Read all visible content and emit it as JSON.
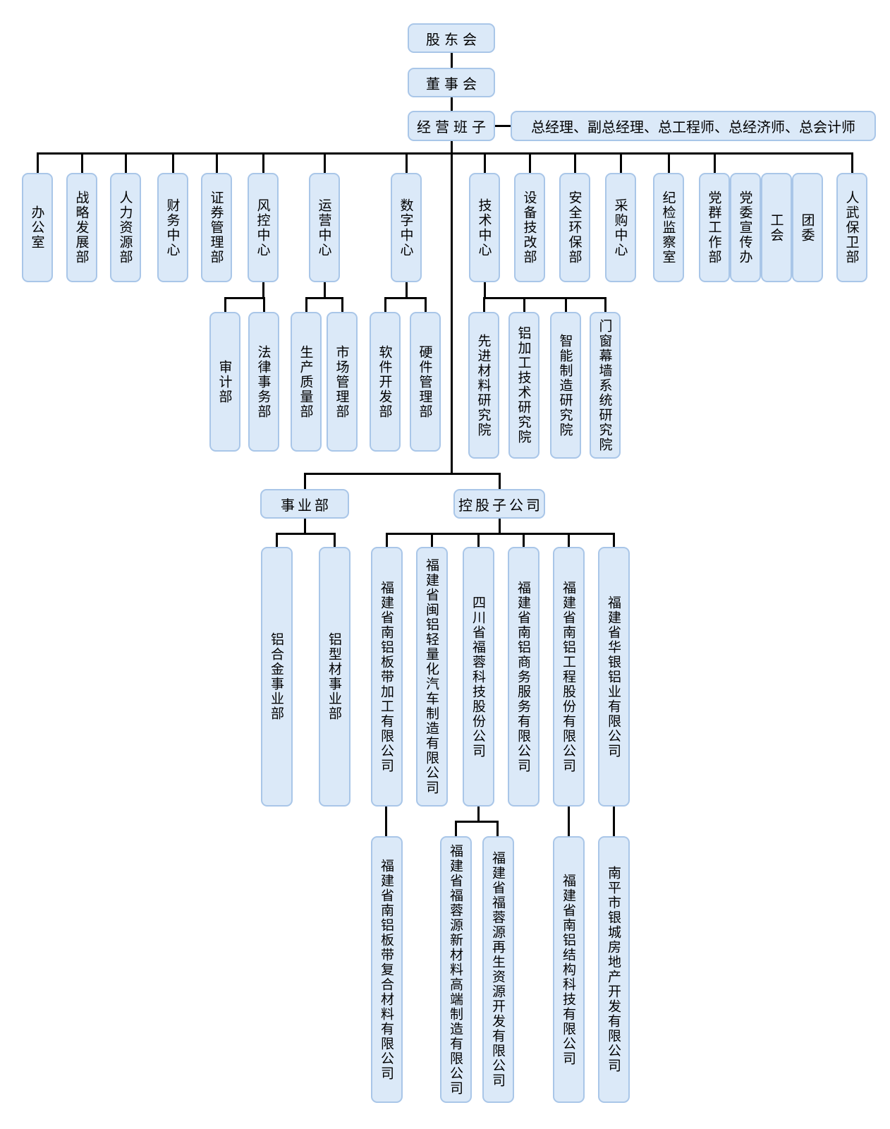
{
  "diagram": {
    "type": "organization-chart",
    "language": "zh-CN"
  },
  "colors": {
    "background": "#ffffff",
    "box_fill": "#dbe9f8",
    "box_border": "#a9c6e8",
    "connector": "#000000",
    "text": "#000000"
  },
  "nodes": [
    {
      "id": "shareholders",
      "label": "股东会",
      "parent": null
    },
    {
      "id": "board",
      "label": "董事会",
      "parent": "shareholders"
    },
    {
      "id": "management-team",
      "label": "经营班子",
      "parent": "board"
    },
    {
      "id": "management-roles",
      "label": "总经理、副总经理、总工程师、总经济师、总会计师",
      "parent": "management-team"
    },
    {
      "id": "office",
      "label": "办公室",
      "parent": "management-team"
    },
    {
      "id": "strategy",
      "label": "战略发展部",
      "parent": "management-team"
    },
    {
      "id": "hr",
      "label": "人力资源部",
      "parent": "management-team"
    },
    {
      "id": "finance",
      "label": "财务中心",
      "parent": "management-team"
    },
    {
      "id": "securities",
      "label": "证券管理部",
      "parent": "management-team"
    },
    {
      "id": "risk",
      "label": "风控中心",
      "parent": "management-team"
    },
    {
      "id": "operations",
      "label": "运营中心",
      "parent": "management-team"
    },
    {
      "id": "digital",
      "label": "数字中心",
      "parent": "management-team"
    },
    {
      "id": "technology",
      "label": "技术中心",
      "parent": "management-team"
    },
    {
      "id": "equipment",
      "label": "设备技改部",
      "parent": "management-team"
    },
    {
      "id": "safety",
      "label": "安全环保部",
      "parent": "management-team"
    },
    {
      "id": "procurement",
      "label": "采购中心",
      "parent": "management-team"
    },
    {
      "id": "discipline",
      "label": "纪检监察室",
      "parent": "management-team"
    },
    {
      "id": "party-mass",
      "label": "党群工作部",
      "parent": "management-team"
    },
    {
      "id": "party-publicity",
      "label": "党委宣传办",
      "parent": "management-team"
    },
    {
      "id": "labor-union",
      "label": "工会",
      "parent": "management-team"
    },
    {
      "id": "youth-league",
      "label": "团委",
      "parent": "management-team"
    },
    {
      "id": "security-defense",
      "label": "人武保卫部",
      "parent": "management-team"
    },
    {
      "id": "audit",
      "label": "审计部",
      "parent": "risk"
    },
    {
      "id": "legal",
      "label": "法律事务部",
      "parent": "risk"
    },
    {
      "id": "production-quality",
      "label": "生产质量部",
      "parent": "operations"
    },
    {
      "id": "market-mgmt",
      "label": "市场管理部",
      "parent": "operations"
    },
    {
      "id": "software-dev",
      "label": "软件开发部",
      "parent": "digital"
    },
    {
      "id": "hardware-mgmt",
      "label": "硬件管理部",
      "parent": "digital"
    },
    {
      "id": "adv-materials",
      "label": "先进材料研究院",
      "parent": "technology"
    },
    {
      "id": "al-processing",
      "label": "铝加工技术研究院",
      "parent": "technology"
    },
    {
      "id": "smart-mfg",
      "label": "智能制造研究院",
      "parent": "technology"
    },
    {
      "id": "curtain-wall",
      "label": "门窗幕墙系统研究院",
      "parent": "technology"
    },
    {
      "id": "business-division",
      "label": "事业部",
      "parent": "management-team"
    },
    {
      "id": "holding-subsidiaries",
      "label": "控股子公司",
      "parent": "management-team"
    },
    {
      "id": "al-alloy-div",
      "label": "铝合金事业部",
      "parent": "business-division"
    },
    {
      "id": "al-profile-div",
      "label": "铝型材事业部",
      "parent": "business-division"
    },
    {
      "id": "nanal-strip",
      "label": "福建省南铝板带加工有限公司",
      "parent": "holding-subsidiaries"
    },
    {
      "id": "minlv-auto",
      "label": "福建省闽铝轻量化汽车制造有限公司",
      "parent": "holding-subsidiaries"
    },
    {
      "id": "furong-tech",
      "label": "四川省福蓉科技股份公司",
      "parent": "holding-subsidiaries"
    },
    {
      "id": "nanal-business",
      "label": "福建省南铝商务服务有限公司",
      "parent": "holding-subsidiaries"
    },
    {
      "id": "nanal-eng",
      "label": "福建省南铝工程股份有限公司",
      "parent": "holding-subsidiaries"
    },
    {
      "id": "huayin-al",
      "label": "福建省华银铝业有限公司",
      "parent": "holding-subsidiaries"
    },
    {
      "id": "strip-composite",
      "label": "福建省南铝板带复合材料有限公司",
      "parent": "nanal-strip"
    },
    {
      "id": "furongyuan-new",
      "label": "福建省福蓉源新材料高端制造有限公司",
      "parent": "furong-tech"
    },
    {
      "id": "furongyuan-recycle",
      "label": "福建省福蓉源再生资源开发有限公司",
      "parent": "furong-tech"
    },
    {
      "id": "nanal-structure",
      "label": "福建省南铝结构科技有限公司",
      "parent": "nanal-eng"
    },
    {
      "id": "yincheng-realestate",
      "label": "南平市银城房地产开发有限公司",
      "parent": "huayin-al"
    }
  ]
}
